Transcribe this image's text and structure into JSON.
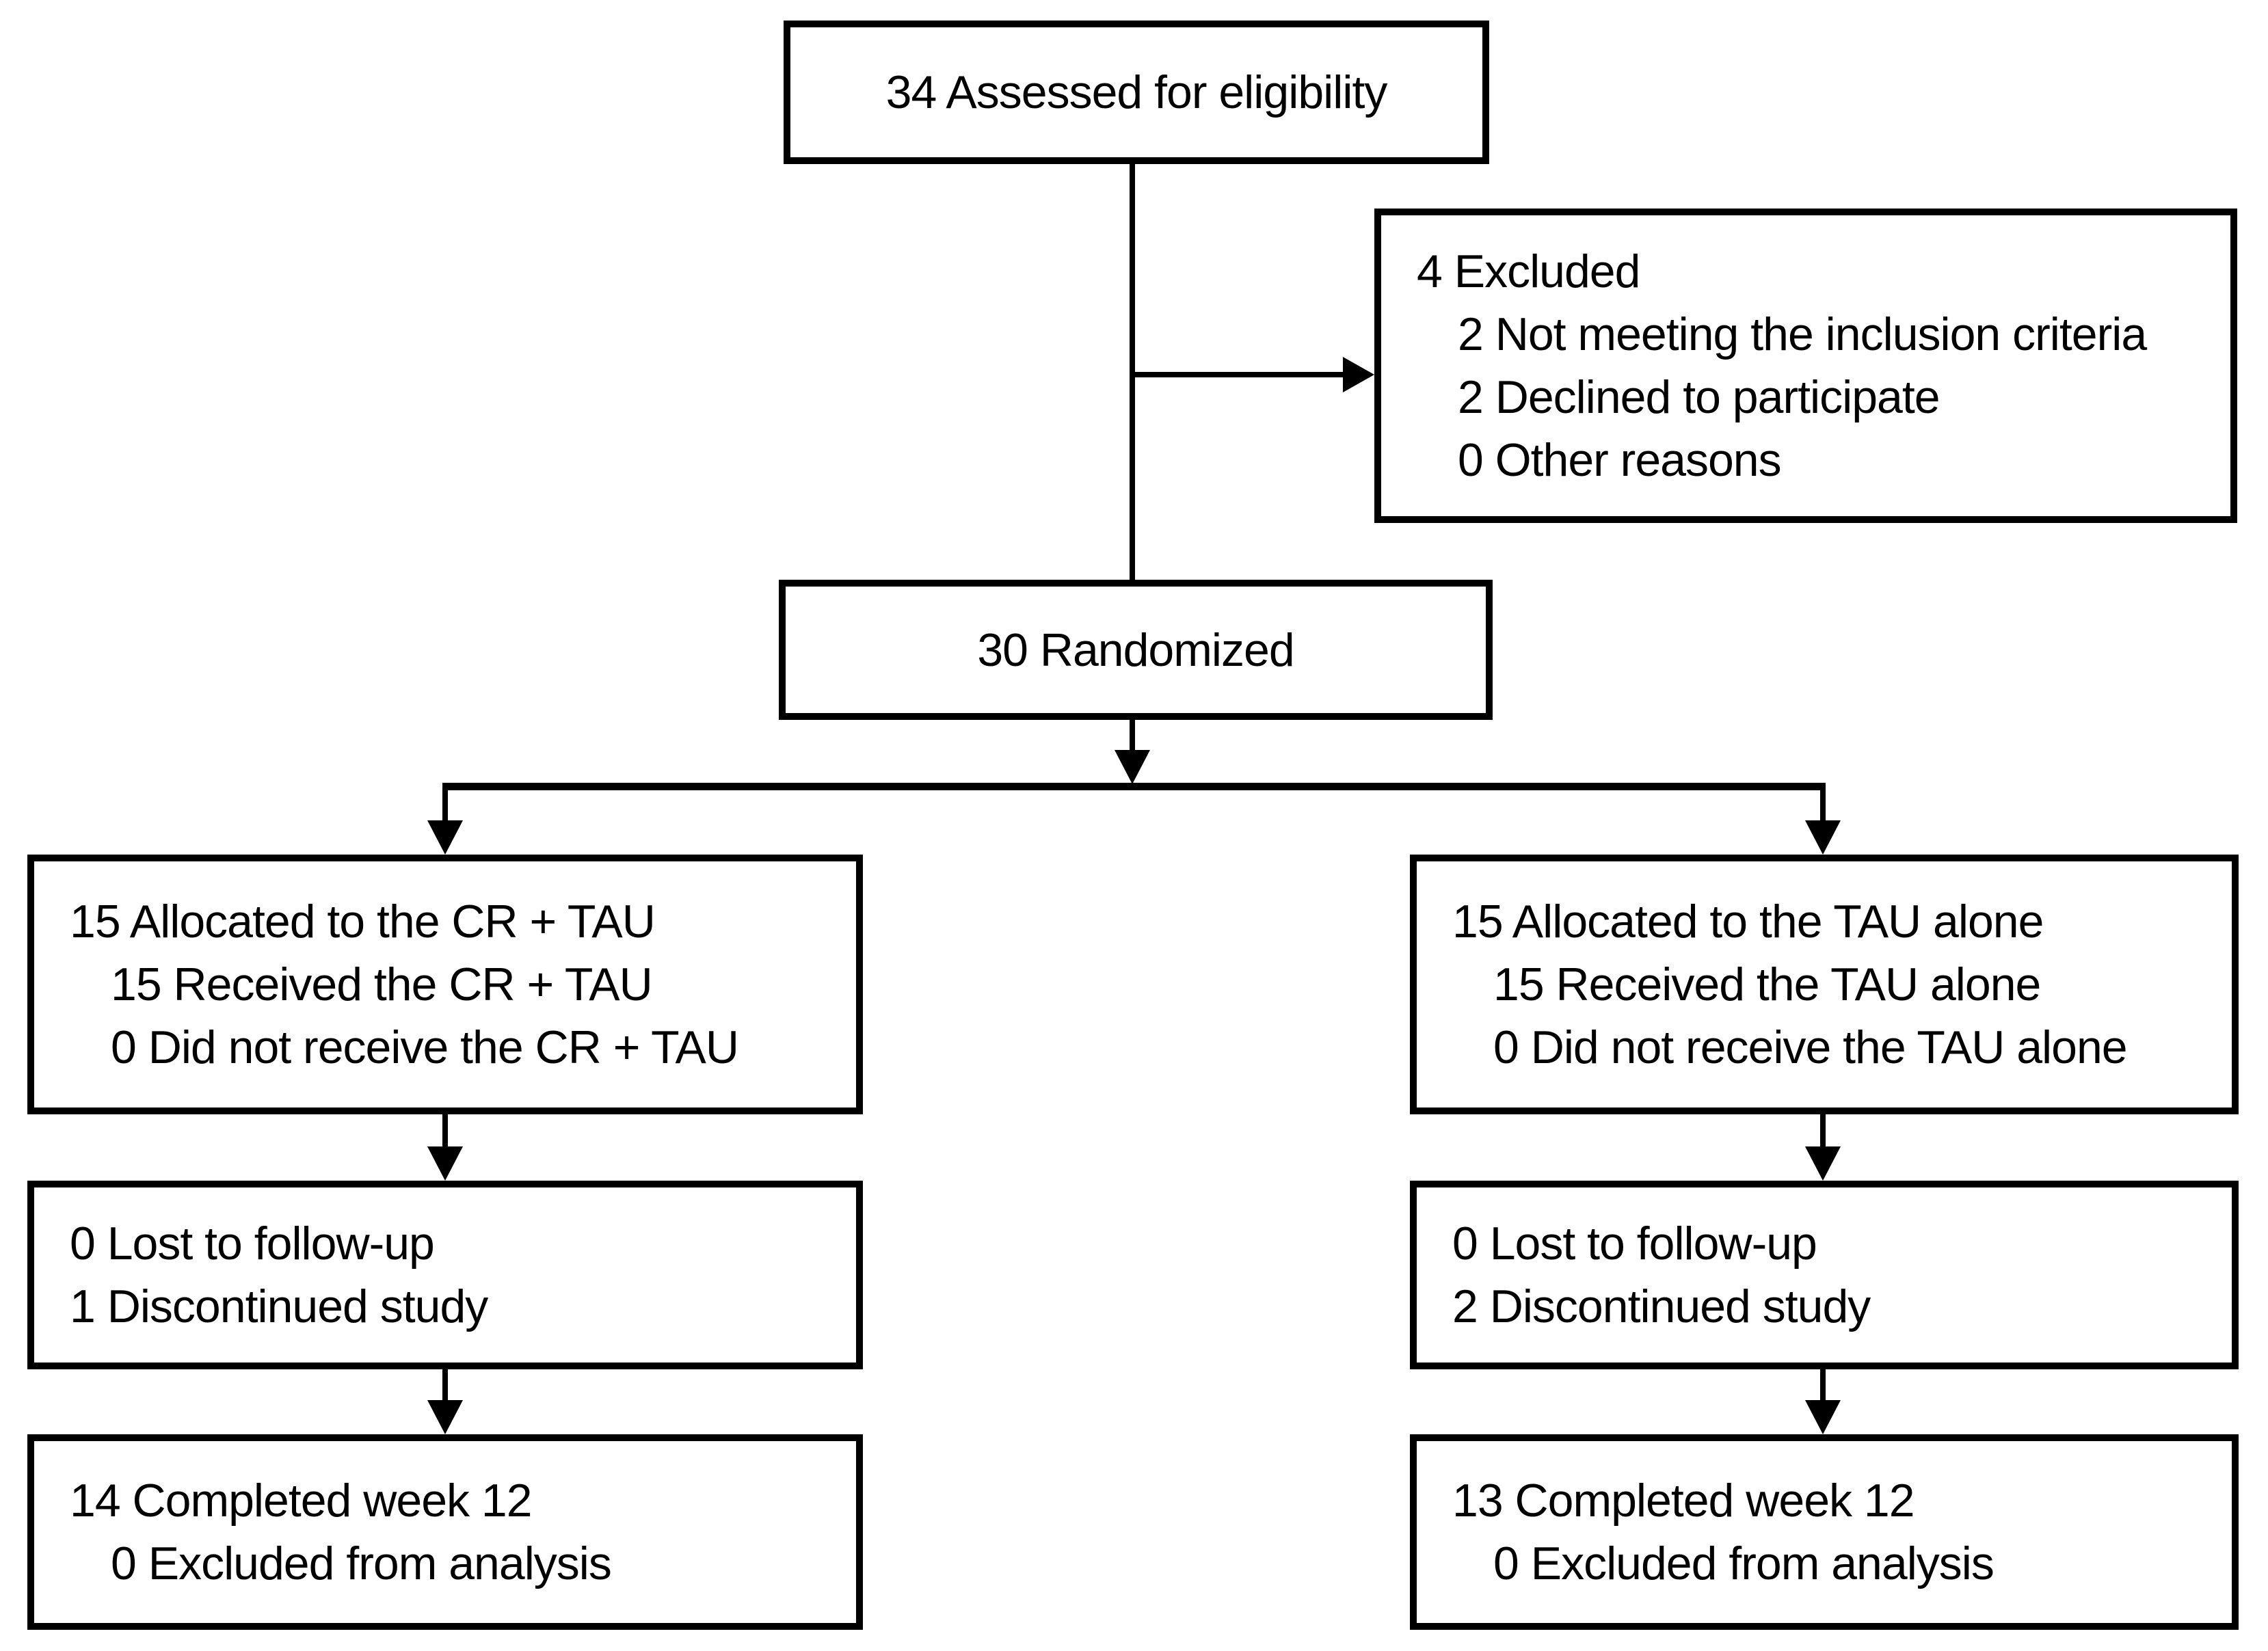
{
  "figure": {
    "type": "consort-participant-flow-diagram",
    "colors": {
      "background": "#ffffff",
      "border": "#000000",
      "text": "#000000",
      "arrow": "#000000"
    },
    "boxes": {
      "eligibility": {
        "lines": [
          {
            "text": "34 Assessed for eligibility",
            "indent": 0
          }
        ]
      },
      "excluded": {
        "lines": [
          {
            "text": "4 Excluded",
            "indent": 0
          },
          {
            "text": "2 Not meeting the inclusion criteria",
            "indent": 1
          },
          {
            "text": "2 Declined to participate",
            "indent": 1
          },
          {
            "text": "0 Other reasons",
            "indent": 1
          }
        ]
      },
      "randomized": {
        "lines": [
          {
            "text": "30 Randomized",
            "indent": 0
          }
        ]
      },
      "allocation_cr_tau": {
        "lines": [
          {
            "text": "15 Allocated to the CR + TAU",
            "indent": 0
          },
          {
            "text": "15 Received the CR + TAU",
            "indent": 1
          },
          {
            "text": "0 Did not receive the CR + TAU",
            "indent": 1
          }
        ]
      },
      "allocation_tau_alone": {
        "lines": [
          {
            "text": "15 Allocated to the TAU alone",
            "indent": 0
          },
          {
            "text": "15 Received the TAU alone",
            "indent": 1
          },
          {
            "text": "0 Did not receive the TAU alone",
            "indent": 1
          }
        ]
      },
      "followup_cr_tau": {
        "lines": [
          {
            "text": "0 Lost to follow-up",
            "indent": 0
          },
          {
            "text": "1 Discontinued study",
            "indent": 0
          }
        ]
      },
      "followup_tau_alone": {
        "lines": [
          {
            "text": "0 Lost to follow-up",
            "indent": 0
          },
          {
            "text": "2 Discontinued study",
            "indent": 0
          }
        ]
      },
      "analysis_cr_tau": {
        "lines": [
          {
            "text": "14 Completed week 12",
            "indent": 0
          },
          {
            "text": "0 Excluded from analysis",
            "indent": 1
          }
        ]
      },
      "analysis_tau_alone": {
        "lines": [
          {
            "text": "13 Completed week 12",
            "indent": 0
          },
          {
            "text": "0 Excluded from analysis",
            "indent": 1
          }
        ]
      }
    }
  }
}
